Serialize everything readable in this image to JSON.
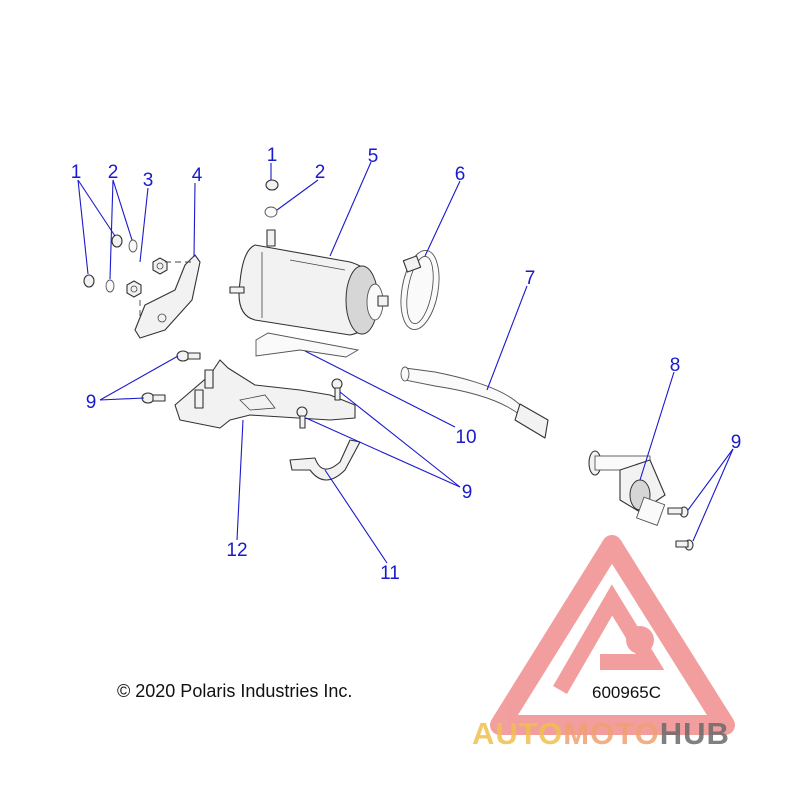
{
  "callouts": {
    "c1a": "1",
    "c2a": "2",
    "c3": "3",
    "c4": "4",
    "c1b": "1",
    "c2b": "2",
    "c5": "5",
    "c6": "6",
    "c7": "7",
    "c8": "8",
    "c9a": "9",
    "c9b": "9",
    "c9c": "9",
    "c10": "10",
    "c11": "11",
    "c12": "12"
  },
  "footer": {
    "copyright": "© 2020 Polaris Industries Inc.",
    "part_number": "600965C"
  },
  "watermark": {
    "part1": "AUTO",
    "part2": "MOTO",
    "part3": "HUB",
    "colors": {
      "triangle": "#e85050",
      "auto": "#f0c050",
      "moto": "#f0a070",
      "hub": "#6a6a6a"
    }
  },
  "colors": {
    "callout": "#1a1acc",
    "line_art": "#333333"
  }
}
